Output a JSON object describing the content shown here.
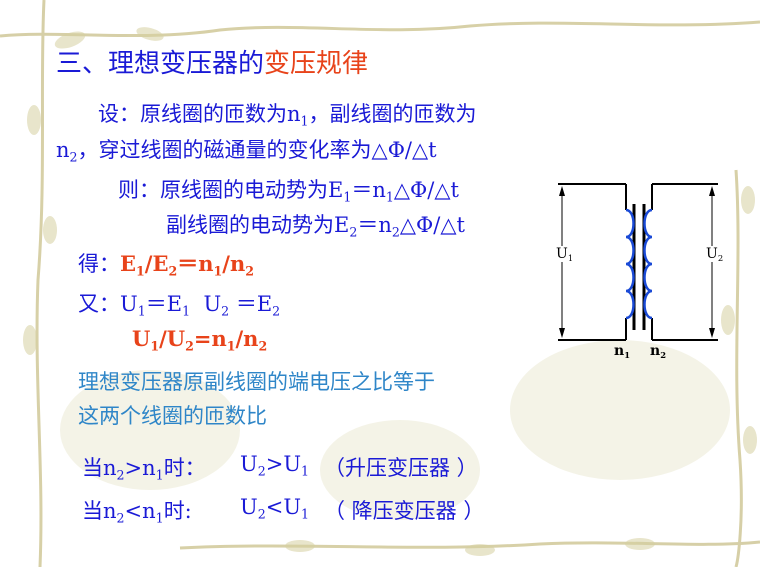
{
  "title": {
    "part1": "三、理想变压器的",
    "part2": "变压规律"
  },
  "intro": {
    "l1_a": "设：原线圈的匝数为n",
    "l1_sub": "1",
    "l1_b": "，副线圈的匝数为",
    "l2_a": "n",
    "l2_sub": "2",
    "l2_b": "，穿过线圈的磁通量的变化率为△Φ/△t"
  },
  "emf": {
    "prim_a": "则：原线圈的电动势为E",
    "prim_sub1": "1",
    "prim_b": "＝n",
    "prim_sub2": "1",
    "prim_c": "△Φ/△t",
    "sec_a": "副线圈的电动势为E",
    "sec_sub1": "2",
    "sec_b": "＝n",
    "sec_sub2": "2",
    "sec_c": "△Φ/△t"
  },
  "result": {
    "label": "得：",
    "e1": "E",
    "s1": "1",
    "slash": "/E",
    "s2": "2",
    "eq": "＝n",
    "s3": "1",
    "slash2": "/n",
    "s4": "2"
  },
  "also": {
    "label": "又：U",
    "s1": "1",
    "eq1": "＝E",
    "s2": "1",
    "u2": "U",
    "s3": "2",
    "eq2": " ＝E",
    "s4": "2"
  },
  "ratio": {
    "a": "U",
    "s1": "1",
    "b": "/U",
    "s2": "2",
    "c": "=n",
    "s3": "1",
    "d": "/n",
    "s4": "2"
  },
  "conclusion": {
    "line1": "理想变压器原副线圈的端电压之比等于",
    "line2": "这两个线圈的匝数比"
  },
  "case_up": {
    "a": "当n",
    "s1": "2",
    "b": ">n",
    "s2": "1",
    "c": "时：",
    "u": "U",
    "s3": "2",
    "d": ">U",
    "s4": "1",
    "note": "（升压变压器 ）"
  },
  "case_down": {
    "a": "当n",
    "s1": "2",
    "b": "<n",
    "s2": "1",
    "c": "时:",
    "u": "U",
    "s3": "2",
    "d": "<U",
    "s4": "1",
    "note": "（ 降压变压器 ）"
  },
  "diagram": {
    "u1": "U",
    "u1s": "1",
    "u2": "U",
    "u2s": "2",
    "n1": "n",
    "n1s": "1",
    "n2": "n",
    "n2s": "2"
  }
}
